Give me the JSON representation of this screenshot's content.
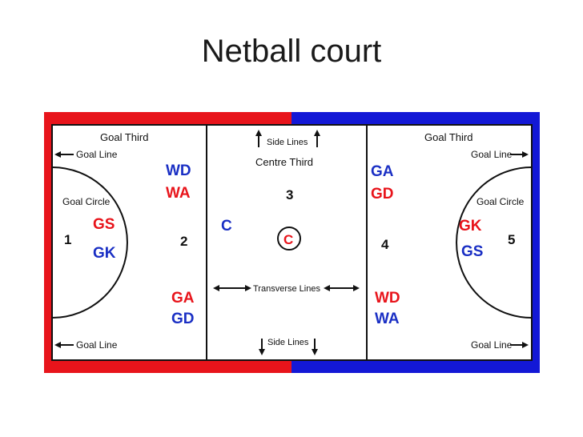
{
  "slide": {
    "title": "Netball court"
  },
  "colors": {
    "red_end": "#e8141b",
    "blue_end": "#1318d6",
    "red_text": "#e8141b",
    "blue_text": "#1a2fc4"
  },
  "labels": {
    "goal_third_left": "Goal Third",
    "goal_third_right": "Goal Third",
    "goal_line_top_left": "Goal Line",
    "goal_line_top_right": "Goal Line",
    "goal_line_bottom_left": "Goal Line",
    "goal_line_bottom_right": "Goal Line",
    "goal_circle_left": "Goal Circle",
    "goal_circle_right": "Goal Circle",
    "side_lines_top": "Side Lines",
    "side_lines_bottom": "Side Lines",
    "centre_third": "Centre Third",
    "transverse_lines": "Transverse Lines"
  },
  "zones": [
    "1",
    "2",
    "3",
    "4",
    "5"
  ],
  "positions": {
    "z1_gs": "GS",
    "z1_gk": "GK",
    "z2_wd": "WD",
    "z2_wa": "WA",
    "z2_ga": "GA",
    "z2_gd": "GD",
    "z3_c_blue": "C",
    "z3_c_red": "C",
    "z4_ga": "GA",
    "z4_gd": "GD",
    "z4_wd": "WD",
    "z4_wa": "WA",
    "z5_gk": "GK",
    "z5_gs": "GS"
  }
}
